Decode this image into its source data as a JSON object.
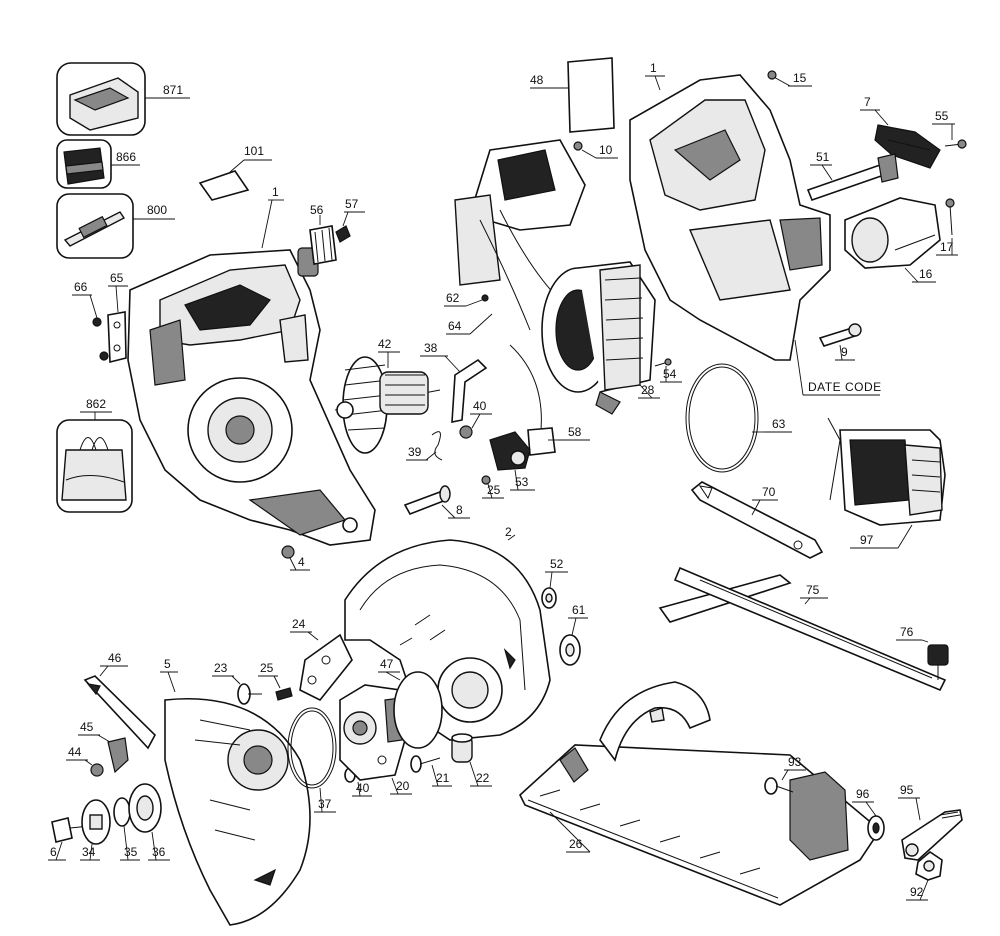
{
  "callouts": {
    "c871": "871",
    "c866": "866",
    "c800": "800",
    "c101": "101",
    "c1a": "1",
    "c56": "56",
    "c57": "57",
    "c66": "66",
    "c65": "65",
    "c862": "862",
    "c42": "42",
    "c38": "38",
    "c39": "39",
    "c40a": "40",
    "c8": "8",
    "c4": "4",
    "c48": "48",
    "c1b": "1",
    "c15": "15",
    "c7": "7",
    "c55": "55",
    "c10": "10",
    "c51": "51",
    "c17": "17",
    "c16": "16",
    "c62": "62",
    "c64": "64",
    "c28": "28",
    "c54": "54",
    "c9": "9",
    "c63": "63",
    "c58": "58",
    "c25a": "25",
    "c53": "53",
    "c70": "70",
    "c97": "97",
    "c2": "2",
    "c52": "52",
    "c61": "61",
    "c75": "75",
    "c76": "76",
    "c24": "24",
    "c46": "46",
    "c5": "5",
    "c23": "23",
    "c25b": "25",
    "c47": "47",
    "c45": "45",
    "c44": "44",
    "c37": "37",
    "c40b": "40",
    "c20": "20",
    "c21": "21",
    "c22": "22",
    "c6": "6",
    "c34": "34",
    "c35": "35",
    "c36": "36",
    "c93": "93",
    "c96": "96",
    "c95": "95",
    "c26": "26",
    "c92": "92"
  },
  "date_code_label": "DATE CODE"
}
